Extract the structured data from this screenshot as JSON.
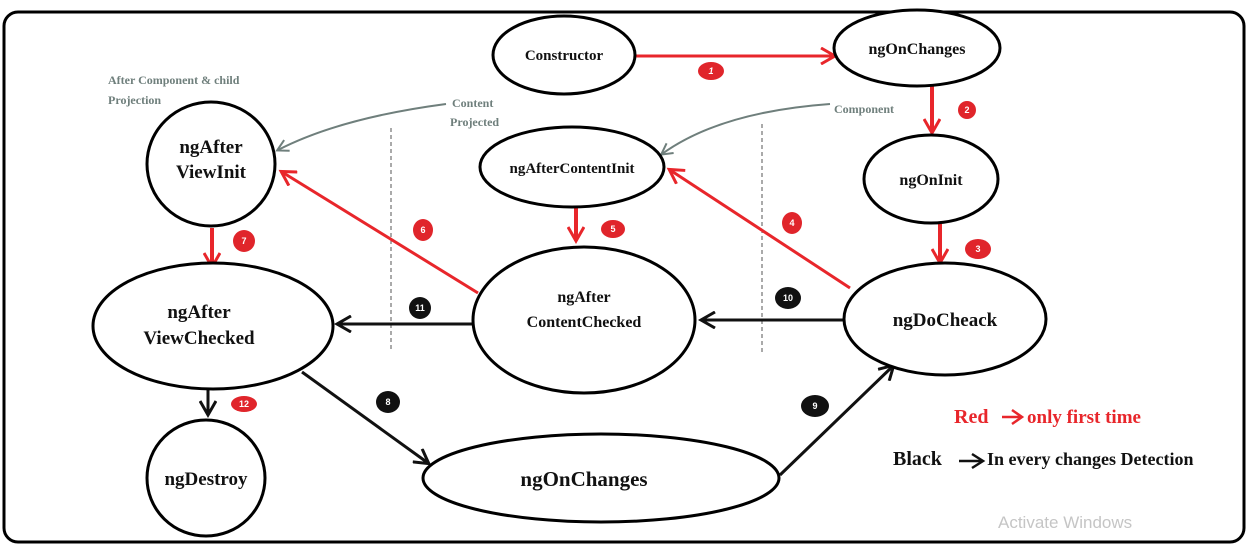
{
  "colors": {
    "red": "#e8262b",
    "black": "#111111",
    "annotation": "#6f7f7c",
    "badge_red": "#e0252b",
    "badge_black": "#111111"
  },
  "nodes": {
    "constructor": "Constructor",
    "ngOnChanges_top": "ngOnChanges",
    "ngOnInit": "ngOnInit",
    "ngDoCheck": "ngDoCheack",
    "ngAfterContentInit": "ngAfterContentInit",
    "ngAfterContentChecked": [
      "ngAfter",
      "ContentChecked"
    ],
    "ngAfterViewInit": [
      "ngAfter",
      "ViewInit"
    ],
    "ngAfterViewChecked": [
      "ngAfter",
      "ViewChecked"
    ],
    "ngDestroy": "ngDestroy",
    "ngOnChanges_bottom": "ngOnChanges"
  },
  "annotations": {
    "after_component": [
      "After Component & child",
      "Projection"
    ],
    "content_projected": [
      "Content",
      "Projected"
    ],
    "component": "Component"
  },
  "badges": [
    "1",
    "2",
    "3",
    "4",
    "5",
    "6",
    "7",
    "8",
    "9",
    "10",
    "11",
    "12"
  ],
  "legend": {
    "red_word": "Red",
    "red_desc": "only first time",
    "black_word": "Black",
    "black_desc": "In every changes Detection"
  },
  "watermark": {
    "line1": "Activate Windows"
  }
}
